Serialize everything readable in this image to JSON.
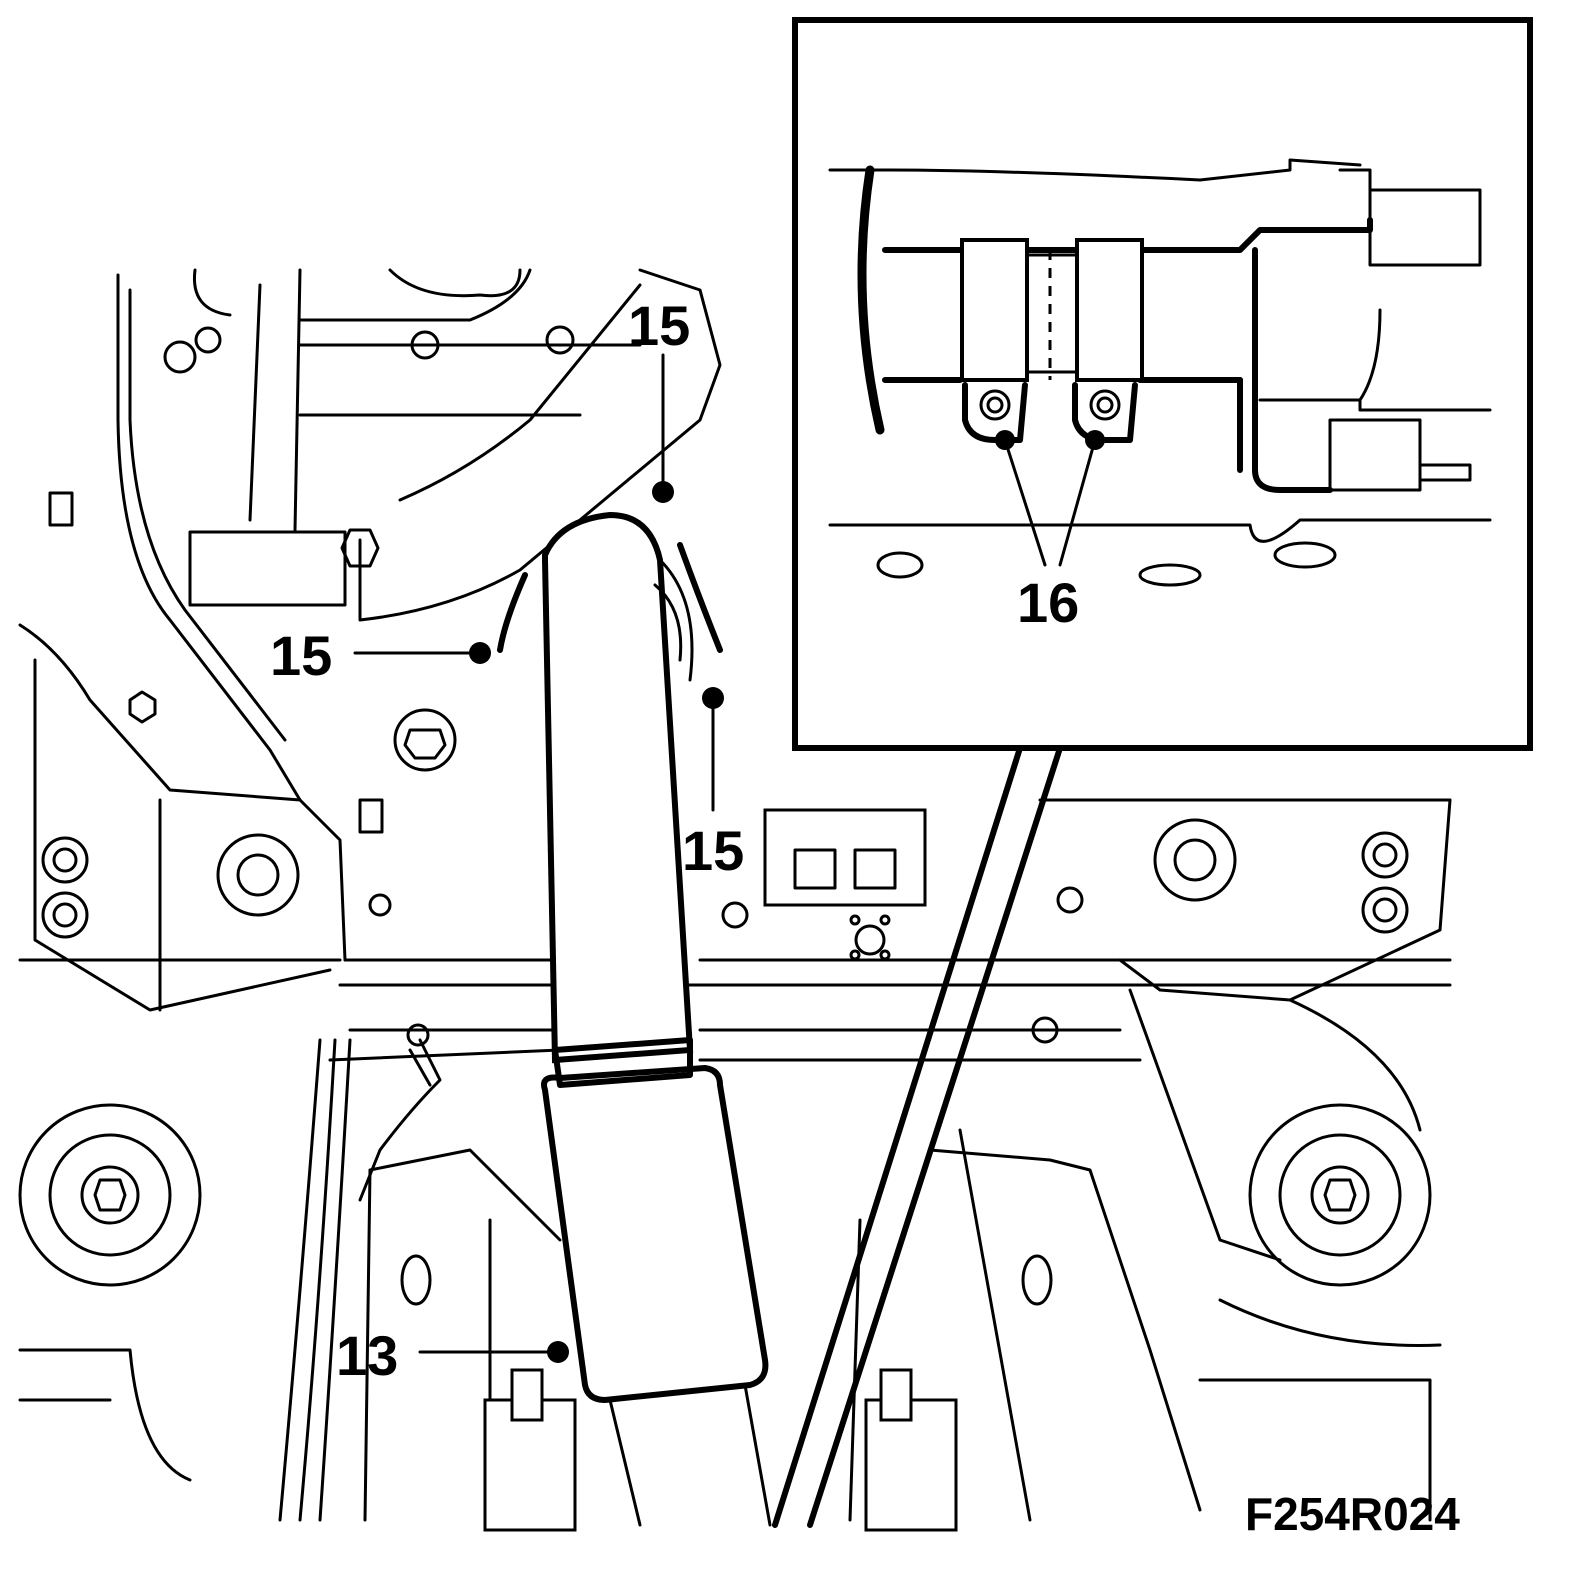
{
  "callouts": {
    "c15_top": "15",
    "c15_left": "15",
    "c15_right": "15",
    "c13": "13",
    "c16": "16"
  },
  "figure_id": "F254R024"
}
